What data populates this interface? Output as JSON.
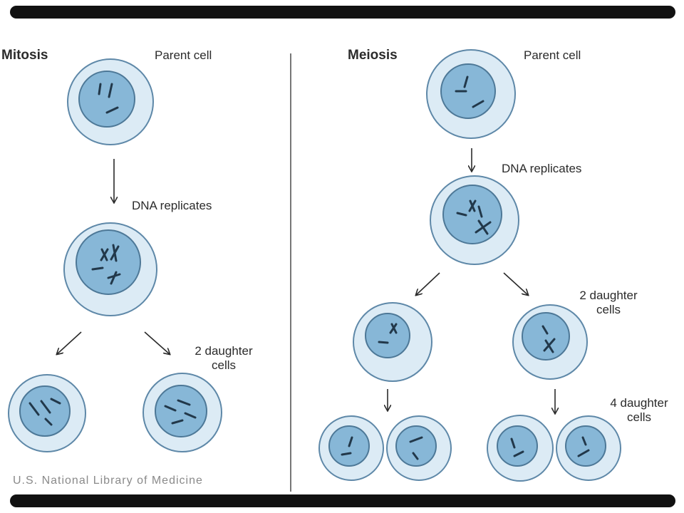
{
  "colors": {
    "cytoplasm": "#dcebf5",
    "membrane": "#5e88a8",
    "nucleus": "#87b7d7",
    "nucleus_edge": "#4d7897",
    "chromosome": "#22384a",
    "divider": "#4a4a4a",
    "frame": "#111111"
  },
  "mitosis": {
    "title": "Mitosis",
    "parent_label": "Parent cell",
    "replicate_label": "DNA replicates",
    "daughter_label_line1": "2 daughter",
    "daughter_label_line2": "cells"
  },
  "meiosis": {
    "title": "Meiosis",
    "parent_label": "Parent cell",
    "replicate_label": "DNA replicates",
    "daughter_label_line1": "2 daughter",
    "daughter_label_line2": "cells",
    "four_daughter_line1": "4 daughter",
    "four_daughter_line2": "cells"
  },
  "credit": "U.S. National Library of Medicine"
}
